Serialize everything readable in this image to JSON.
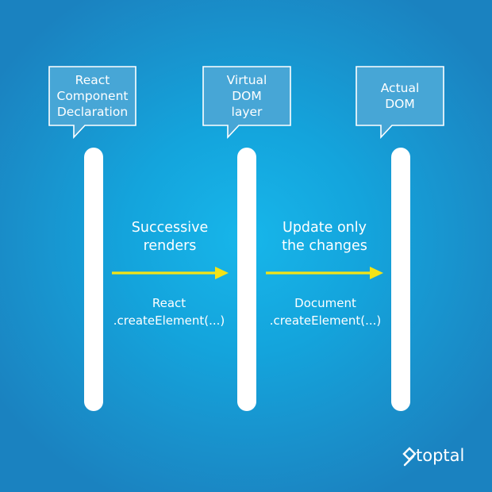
{
  "colors": {
    "box_fill": "#47a6d6",
    "box_stroke": "#ffffff",
    "arrow": "#f3e317",
    "lifeline": "#ffffff"
  },
  "boxes": [
    {
      "lines": [
        "React",
        "Component",
        "Declaration"
      ]
    },
    {
      "lines": [
        "Virtual",
        "DOM",
        "layer"
      ]
    },
    {
      "lines": [
        "Actual",
        "DOM"
      ]
    }
  ],
  "messages": [
    {
      "label": [
        "Successive",
        "renders"
      ],
      "code": [
        "React",
        ".createElement(...)"
      ]
    },
    {
      "label": [
        "Update only",
        "the changes"
      ],
      "code": [
        "Document",
        ".createElement(...)"
      ]
    }
  ],
  "brand": {
    "name": "toptal",
    "icon": "toptal-logo-icon"
  }
}
